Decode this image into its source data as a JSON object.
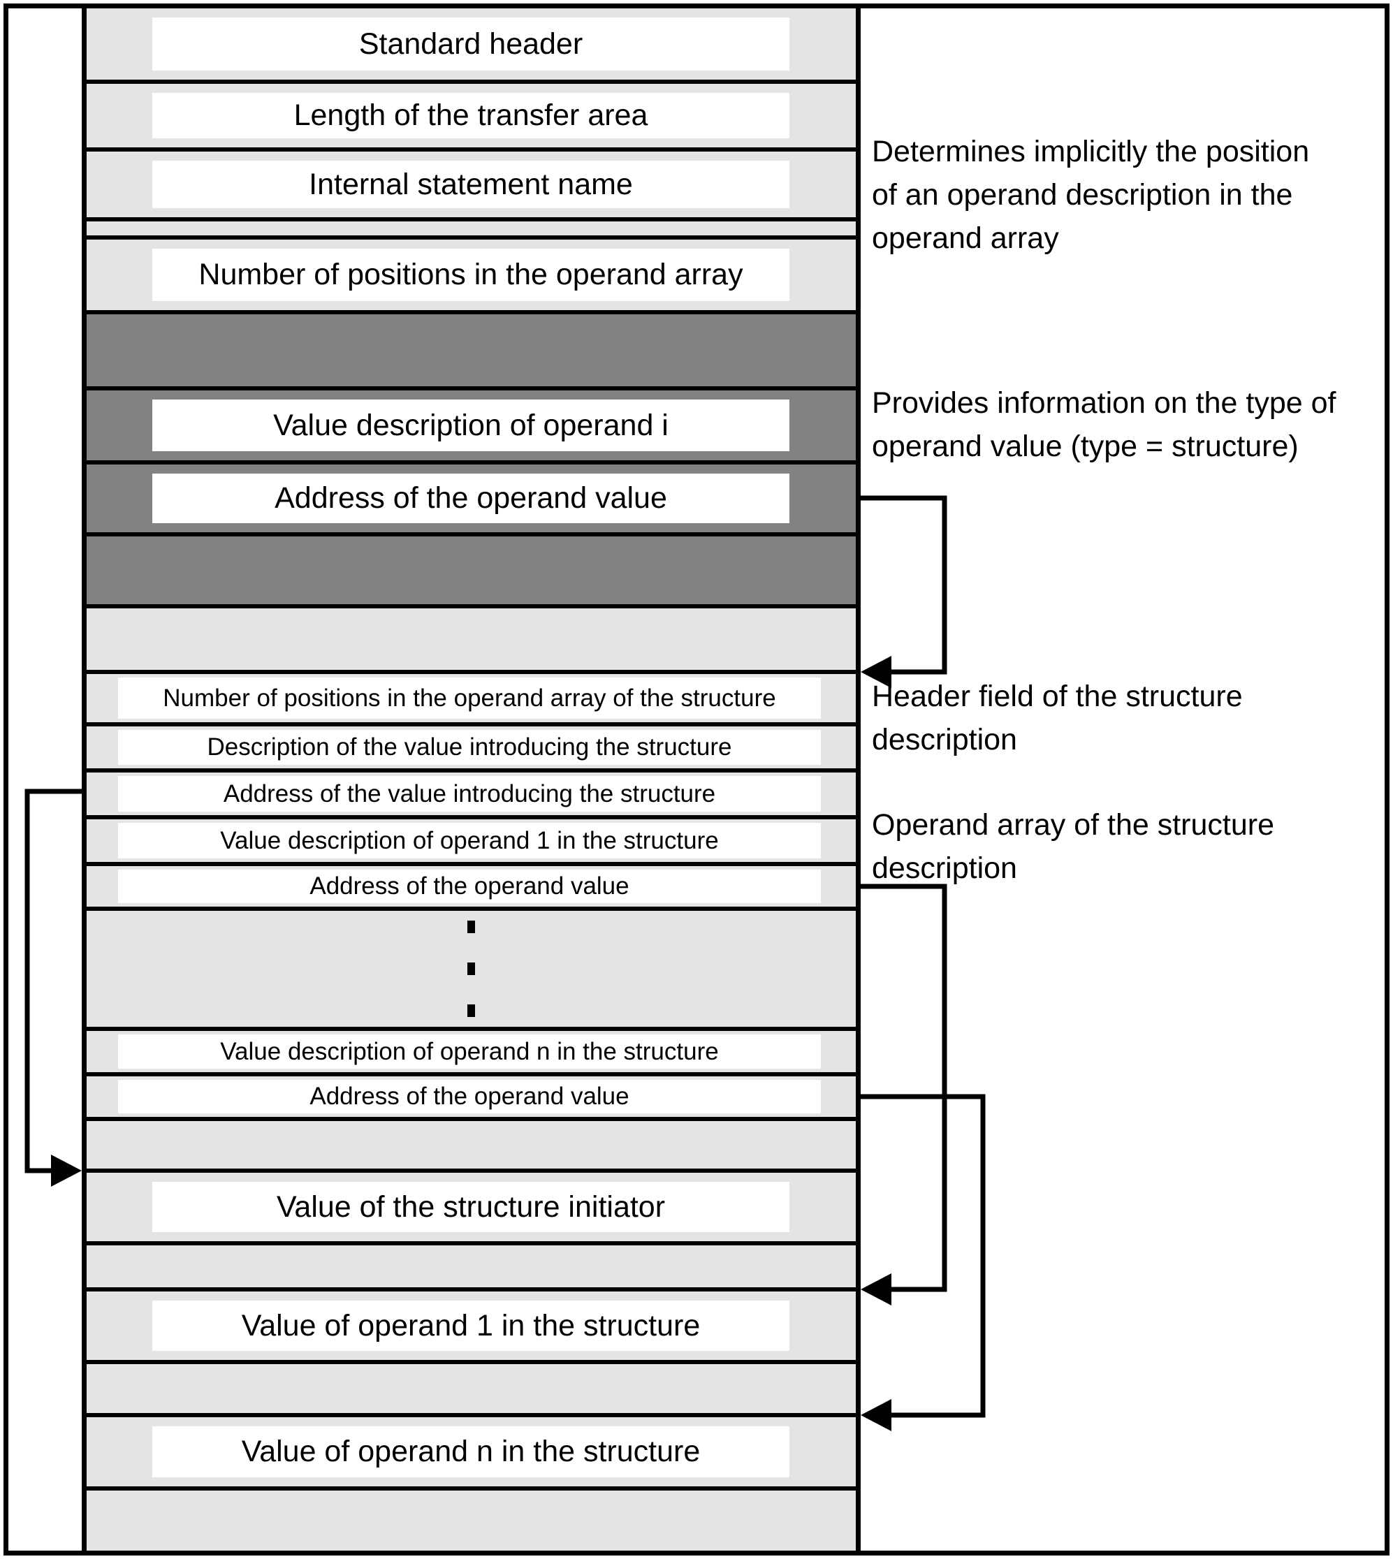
{
  "colors": {
    "row_light": "#e4e4e4",
    "row_dark": "#828282",
    "line": "#000000",
    "box_bg": "#ffffff"
  },
  "stack": {
    "rows": [
      {
        "label": "Standard header"
      },
      {
        "label": "Length of the transfer area"
      },
      {
        "label": "Internal statement name"
      },
      {
        "label": ""
      },
      {
        "label": "Number of positions in the operand array"
      },
      {
        "label": ""
      },
      {
        "label": "Value description of operand i"
      },
      {
        "label": "Address of the operand value"
      },
      {
        "label": ""
      },
      {
        "label": ""
      },
      {
        "label": "Number of positions in the operand array of the structure"
      },
      {
        "label": "Description of the value introducing the structure"
      },
      {
        "label": "Address of the value introducing the structure"
      },
      {
        "label": "Value description of operand 1 in the structure"
      },
      {
        "label": "Address of the operand value"
      },
      {
        "label": "⋮"
      },
      {
        "label": "Value description of operand n in the structure"
      },
      {
        "label": "Address of the operand value"
      },
      {
        "label": ""
      },
      {
        "label": "Value of the structure initiator"
      },
      {
        "label": ""
      },
      {
        "label": "Value of operand 1 in the structure"
      },
      {
        "label": ""
      },
      {
        "label": "Value of operand n in the structure"
      },
      {
        "label": ""
      }
    ]
  },
  "annotations": [
    {
      "lines": [
        "Determines implicitly the position",
        "of an operand description in the",
        "operand array"
      ]
    },
    {
      "lines": [
        "Provides information on the type of",
        "operand value (type = structure)"
      ]
    },
    {
      "lines": [
        "Header field of the structure",
        "description"
      ]
    },
    {
      "lines": [
        "Operand array of the structure",
        "description"
      ]
    }
  ]
}
